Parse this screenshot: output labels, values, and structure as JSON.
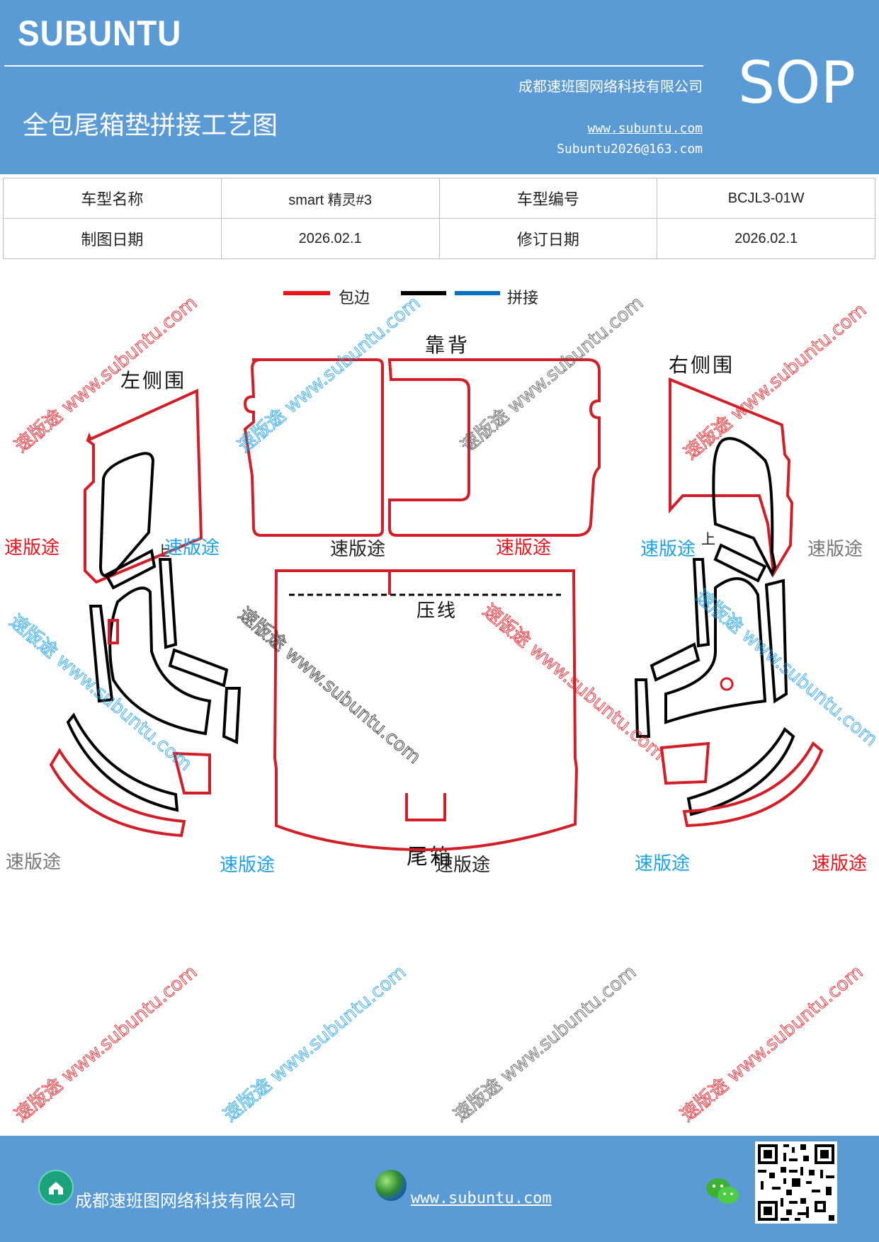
{
  "header": {
    "brand": "SUBUNTU",
    "title": "全包尾箱垫拼接工艺图",
    "company": "成都速班图网络科技有限公司",
    "website": "www.subuntu.com",
    "email": "Subuntu2026@163.com",
    "badge": "SOP"
  },
  "info_table": {
    "model_name_label": "车型名称",
    "model_name_value": "smart 精灵#3",
    "model_code_label": "车型编号",
    "model_code_value": "BCJL3-01W",
    "draw_date_label": "制图日期",
    "draw_date_value": "2026.02.1",
    "revise_date_label": "修订日期",
    "revise_date_value": "2026.02.1"
  },
  "legend": {
    "edge_label": "包边",
    "joint_label": "拼接",
    "colors": {
      "edge": "#e8141c",
      "cut": "#000000",
      "joint": "#0070c0"
    }
  },
  "diagram": {
    "backrest": "靠背",
    "left_side": "左侧围",
    "right_side": "右侧围",
    "crease": "压线",
    "trunk": "尾箱",
    "up_left": "上",
    "up_right": "上"
  },
  "watermarks": {
    "brand": "速版途",
    "diagonal": "速版途 www.subuntu.com",
    "diagonal_down": "速版途 www.subuntu.com"
  },
  "footer": {
    "company": "成都速班图网络科技有限公司",
    "website": "www.subuntu.com",
    "home_icon": "home-icon",
    "globe_icon": "globe-icon",
    "wechat_icon": "wechat-icon"
  }
}
